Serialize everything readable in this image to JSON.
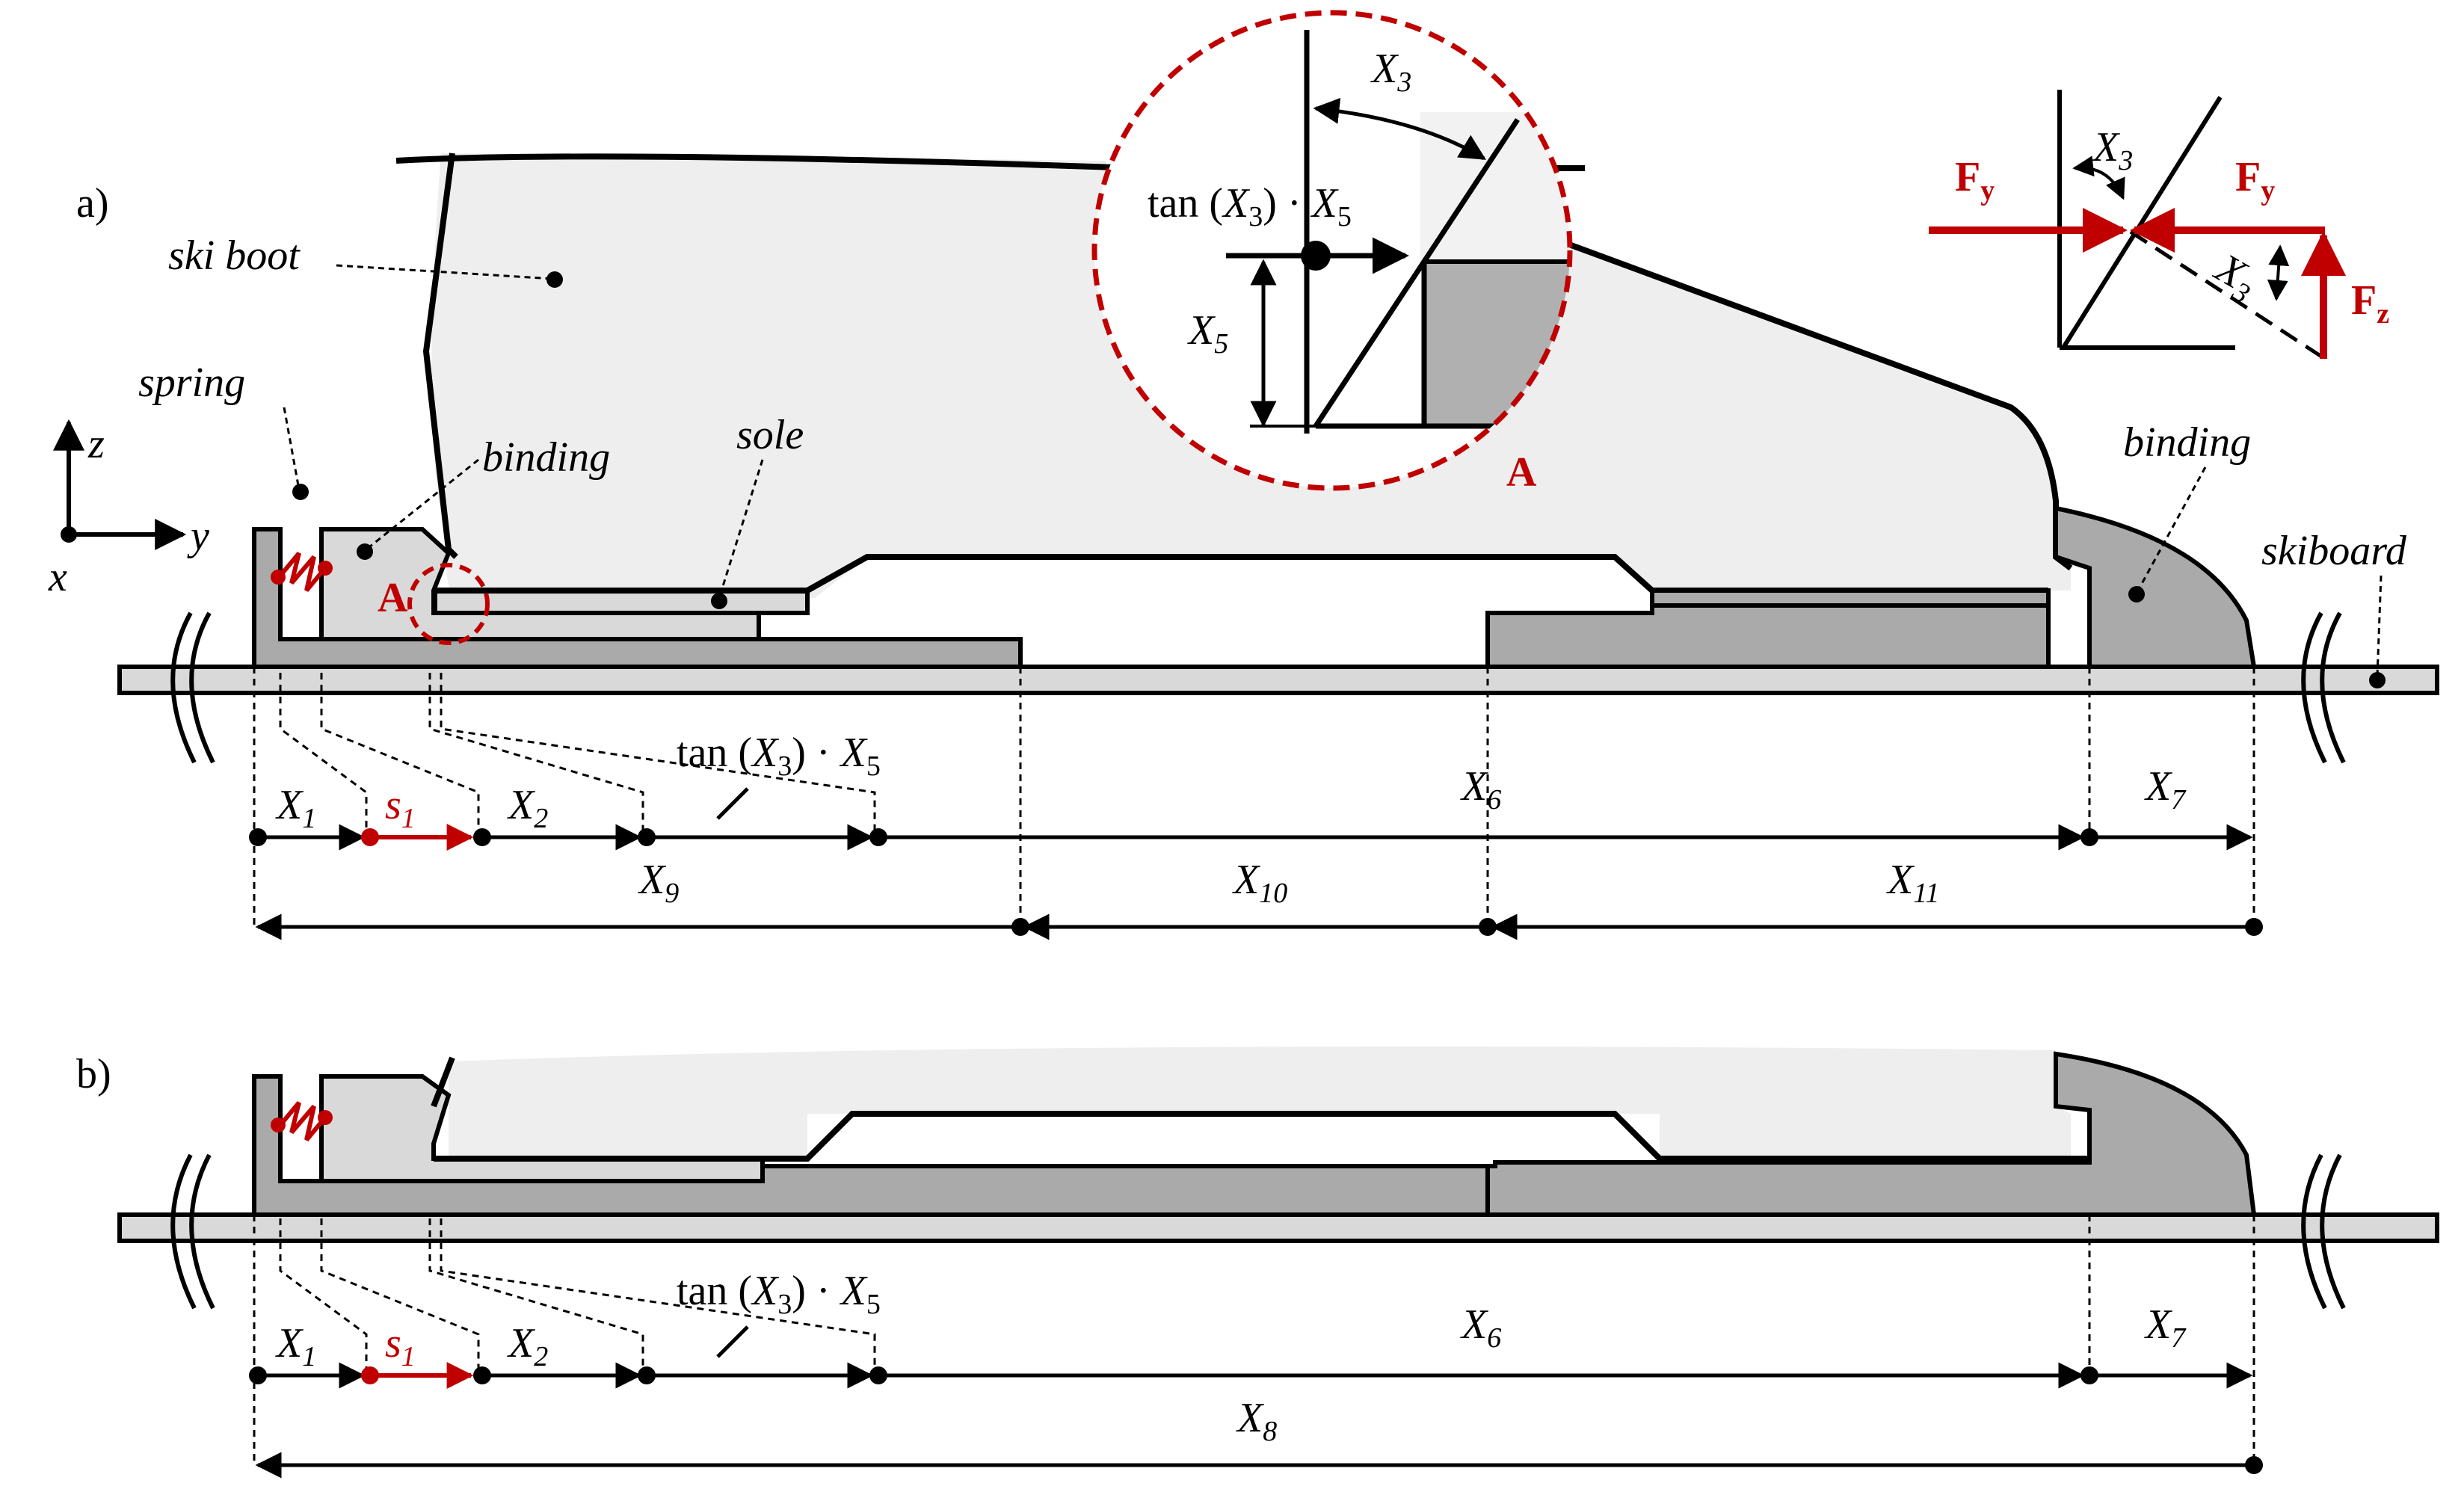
{
  "panels": {
    "a": "a)",
    "b": "b)"
  },
  "labels": {
    "ski_boot": "ski boot",
    "spring": "spring",
    "binding_left": "binding",
    "sole": "sole",
    "binding_right": "binding",
    "skiboard": "skiboard",
    "detail_a": "A",
    "detail_a_zoom": "A"
  },
  "axes": {
    "z": "z",
    "y": "y",
    "x": "x"
  },
  "formula": {
    "tan": "tan",
    "open": "(",
    "X": "X",
    "sub3": "3",
    "close": ")",
    "dot": "·",
    "sub5": "5"
  },
  "symbols": {
    "X": "X",
    "s": "s",
    "F": "F",
    "sub_y": "y",
    "sub_z": "z",
    "sub": {
      "1": "1",
      "2": "2",
      "3": "3",
      "5": "5",
      "6": "6",
      "7": "7",
      "8": "8",
      "9": "9",
      "10": "10",
      "11": "11"
    }
  },
  "colors": {
    "accent_red": "#c00000",
    "boot_fill": "#eeeeee",
    "binding_fill": "#aaaaaa",
    "sole_fill": "#d9d9d9",
    "skiboard_fill": "#d9d9d9"
  }
}
